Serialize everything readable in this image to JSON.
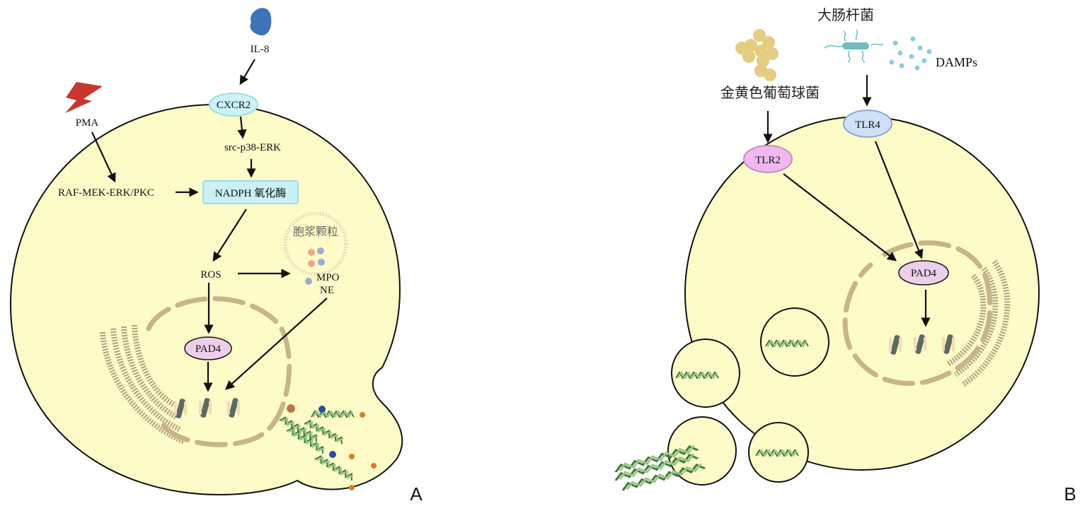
{
  "panel_a": {
    "label": "A",
    "il8": "IL-8",
    "cxcr2": "CXCR2",
    "pma": "PMA",
    "src_p38_erk": "src-p38-ERK",
    "raf_mek": "RAF-MEK-ERK/PKC",
    "nadph": "NADPH 氧化酶",
    "granule": "胞浆颗粒",
    "ros": "ROS",
    "mpo": "MPO",
    "ne": "NE",
    "pad4": "PAD4"
  },
  "panel_b": {
    "label": "B",
    "ecoli": "大肠杆菌",
    "saureus": "金黄色葡萄球菌",
    "damps": "DAMPs",
    "tlr2": "TLR2",
    "tlr4": "TLR4",
    "pad4": "PAD4"
  },
  "colors": {
    "cell": "#fdfcc8",
    "cxcr2": "#cdf3f7",
    "nadph": "#c9f1f7",
    "pad4": "#ecd0ea",
    "tlr2": "#f1b8ef",
    "tlr4": "#cfe0f7",
    "pma": "#c8362e",
    "il8": "#3f73b8"
  }
}
